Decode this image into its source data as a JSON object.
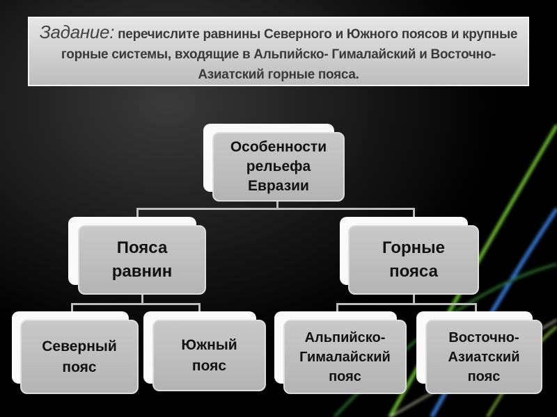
{
  "task": {
    "lead": "Задание:",
    "text": " перечислите равнины Северного и Южного поясов и крупные горные системы, входящие в Альпийско- Гималайский  и Восточно- Азиатский горные пояса."
  },
  "diagram": {
    "root": "Особенности рельефа Евразии",
    "plains": "Пояса равнин",
    "mountains": "Горные пояса",
    "north": "Северный пояс",
    "south": "Южный пояс",
    "alpine": "Альпийско-Гималайский пояс",
    "east_asian": "Восточно-Азиатский пояс"
  }
}
